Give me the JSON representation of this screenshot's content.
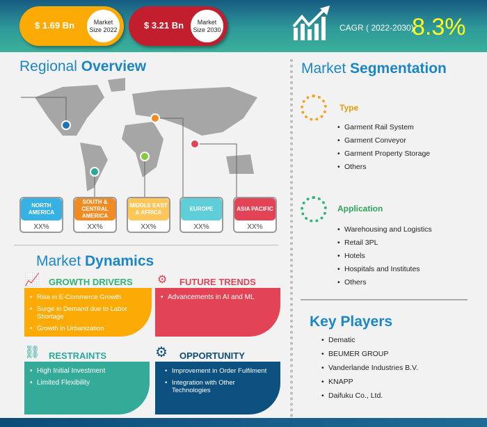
{
  "header": {
    "market_2022": {
      "value": "$ 1.69 Bn",
      "label_line1": "Market",
      "label_line2": "Size 2022"
    },
    "market_2030": {
      "value": "$ 3.21 Bn",
      "label_line1": "Market",
      "label_line2": "Size 2030"
    },
    "cagr_label": "CAGR ( 2022-2030)",
    "cagr_value": "8.3%"
  },
  "regional": {
    "title_a": "Regional ",
    "title_b": "Overview",
    "regions": [
      {
        "name": "NORTH AMERICA",
        "value": "XX%",
        "color": "#35b1e3"
      },
      {
        "name": "SOUTH & CENTRAL AMERICA",
        "value": "XX%",
        "color": "#f28b22"
      },
      {
        "name": "MIDDLE EAST & AFRICA",
        "value": "XX%",
        "color": "#fec659"
      },
      {
        "name": "EUROPE",
        "value": "XX%",
        "color": "#5ecfd8"
      },
      {
        "name": "ASIA PACIFIC",
        "value": "XX%",
        "color": "#e34455"
      }
    ]
  },
  "dynamics": {
    "title_a": "Market ",
    "title_b": "Dynamics",
    "growth_drivers": {
      "title": "GROWTH DRIVERS",
      "items": [
        "Rise in E-Commerce Growth",
        "Surge in Demand due to Labor Shortage",
        "Growth in Urbanization"
      ]
    },
    "future_trends": {
      "title": "FUTURE TRENDS",
      "items": [
        "Advancements in AI and ML"
      ]
    },
    "restraints": {
      "title": "RESTRAINTS",
      "items": [
        "High Initial Investment",
        "Limited Flexibility"
      ]
    },
    "opportunity": {
      "title": "OPPORTUNITY",
      "items": [
        "Improvement in Order Fulfilment",
        "Integration with Other Technologies"
      ]
    }
  },
  "segmentation": {
    "title_a": "Market ",
    "title_b": "Segmentation",
    "type": {
      "title": "Type",
      "items": [
        "Garment Rail System",
        "Garment Conveyor",
        "Garment Property Storage",
        "Others"
      ]
    },
    "application": {
      "title": "Application",
      "items": [
        "Warehousing and Logistics",
        "Retail 3PL",
        "Hotels",
        "Hospitals and Institutes",
        "Others"
      ]
    }
  },
  "key_players": {
    "title": "Key Players",
    "items": [
      "Dematic",
      "BEUMER GROUP",
      "Vanderlande Industries B.V.",
      "KNAPP",
      "Daifuku Co., Ltd."
    ]
  }
}
